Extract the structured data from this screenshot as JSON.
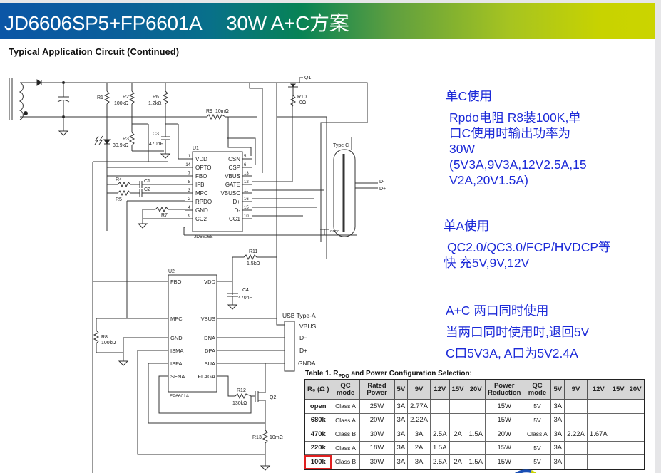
{
  "banner": {
    "title": "JD6606SP5+FP6601A　 30W A+C方案"
  },
  "section": {
    "subtitle": "Typical Application Circuit (Continued)"
  },
  "circuit": {
    "u1": {
      "ref": "U1",
      "part": "JD6606S",
      "left_pins": [
        {
          "num": "1",
          "name": "VDD"
        },
        {
          "num": "14",
          "name": "OPTO"
        },
        {
          "num": "7",
          "name": "FBO"
        },
        {
          "num": "8",
          "name": "IFB"
        },
        {
          "num": "3",
          "name": "MPC"
        },
        {
          "num": "2",
          "name": "RPDO"
        },
        {
          "num": "4",
          "name": "GND"
        },
        {
          "num": "9",
          "name": "CC2"
        }
      ],
      "right_pins": [
        {
          "num": "5",
          "name": "CSN"
        },
        {
          "num": "6",
          "name": "CSP"
        },
        {
          "num": "13",
          "name": "VBUS"
        },
        {
          "num": "12",
          "name": "GATE"
        },
        {
          "num": "11",
          "name": "VBUSC"
        },
        {
          "num": "16",
          "name": "D+"
        },
        {
          "num": "15",
          "name": "D-"
        },
        {
          "num": "10",
          "name": "CC1"
        }
      ]
    },
    "u2": {
      "ref": "U2",
      "part": "FP6601A",
      "left_pins": [
        "FBO",
        "MPC",
        "GND",
        "ISMA",
        "ISPA",
        "SENA"
      ],
      "right_pins": [
        "VDD",
        "VBUS",
        "DNA",
        "DPA",
        "SUA",
        "FLAGA"
      ]
    },
    "components": {
      "r1": "R1",
      "r2": "R2",
      "r2_val": "100kΩ",
      "r3": "R3",
      "r3_val": "30.9kΩ",
      "r4": "R4",
      "r5": "R5",
      "r6": "R6",
      "r6_val": "1.2kΩ",
      "r7": "R7",
      "r8": "R8",
      "r8_val": "100kΩ",
      "r9": "R9",
      "r9_val": "10mΩ",
      "r10": "R10",
      "r10_val": "0Ω",
      "r11": "R11",
      "r11_val": "1.5kΩ",
      "r12": "R12",
      "r12_val": "130kΩ",
      "r13": "R13",
      "r13_val": "10mΩ",
      "c1": "C1",
      "c2": "C2",
      "c3": "C3",
      "c3_val": "470nF",
      "c4": "C4",
      "c4_val": "470nF",
      "q1": "Q1",
      "q2": "Q2"
    },
    "typec": {
      "label": "Type C",
      "dminus": "D-",
      "dplus": "D+",
      "gnd": "GNDC"
    },
    "usba": {
      "label": "USB Type-A",
      "pins": [
        "VBUS",
        "D−",
        "D+",
        "GNDA"
      ]
    }
  },
  "notes": {
    "single_c_heading": "单C使用",
    "single_c_lines": [
      "Rpdo电阻 R8装100K,单",
      "口C使用时输出功率为",
      "30W",
      "(5V3A,9V3A,12V2.5A,15",
      "V2A,20V1.5A)"
    ],
    "single_a_heading": "单A使用",
    "single_a_lines": [
      "QC2.0/QC3.0/FCP/HVDCP等",
      "快 充5V,9V,12V"
    ],
    "dual_heading": "A+C 两口同时使用",
    "dual_lines": [
      "当两口同时使用时,退回5V",
      "C口5V3A, A口为5V2.4A"
    ]
  },
  "table": {
    "title_prefix": "Table 1. R",
    "title_sub": "PDO",
    "title_suffix": " and Power Configuration Selection:",
    "headers": [
      "R₈ (Ω )",
      "QC mode",
      "Rated Power",
      "5V",
      "9V",
      "12V",
      "15V",
      "20V",
      "Power Reduction",
      "QC mode",
      "5V",
      "9V",
      "12V",
      "15V",
      "20V"
    ],
    "rows": [
      [
        "open",
        "Class A",
        "25W",
        "3A",
        "2.77A",
        "",
        "",
        "",
        "15W",
        "5V",
        "3A",
        "",
        "",
        "",
        ""
      ],
      [
        "680k",
        "Class A",
        "20W",
        "3A",
        "2.22A",
        "",
        "",
        "",
        "15W",
        "5V",
        "3A",
        "",
        "",
        "",
        ""
      ],
      [
        "470k",
        "Class B",
        "30W",
        "3A",
        "3A",
        "2.5A",
        "2A",
        "1.5A",
        "20W",
        "Class A",
        "3A",
        "2.22A",
        "1.67A",
        "",
        ""
      ],
      [
        "220k",
        "Class A",
        "18W",
        "3A",
        "2A",
        "1.5A",
        "",
        "",
        "15W",
        "5V",
        "3A",
        "",
        "",
        "",
        ""
      ],
      [
        "100k",
        "Class B",
        "30W",
        "3A",
        "3A",
        "2.5A",
        "2A",
        "1.5A",
        "15W",
        "5V",
        "3A",
        "",
        "",
        "",
        ""
      ]
    ],
    "highlighted_row": "100k",
    "highlight_color": "#e02020"
  },
  "colors": {
    "note_text": "#1c2ad8",
    "banner_start": "#0b56a6",
    "banner_mid": "#078355",
    "banner_end": "#cbd400"
  }
}
